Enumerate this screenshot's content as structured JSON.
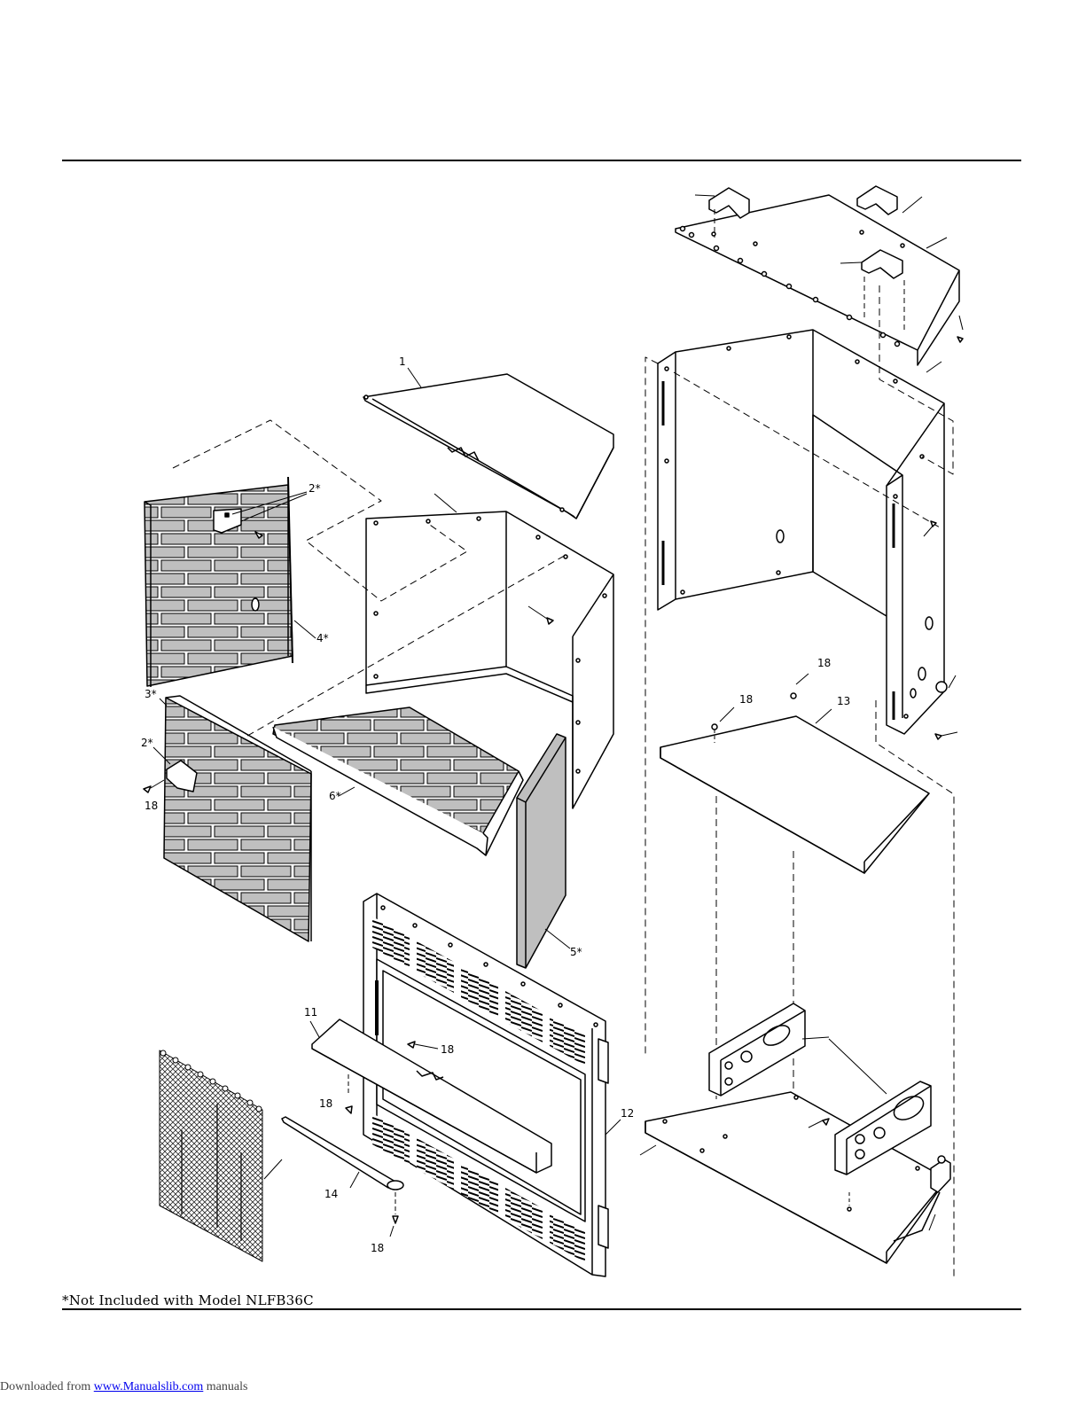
{
  "callouts": [
    {
      "id": "c1",
      "text": "1"
    },
    {
      "id": "c2a",
      "text": "2*"
    },
    {
      "id": "c2b",
      "text": "2*"
    },
    {
      "id": "c3",
      "text": "3*"
    },
    {
      "id": "c4",
      "text": "4*"
    },
    {
      "id": "c5",
      "text": "5*"
    },
    {
      "id": "c6",
      "text": "6*"
    },
    {
      "id": "c11",
      "text": "11"
    },
    {
      "id": "c12",
      "text": "12"
    },
    {
      "id": "c13",
      "text": "13"
    },
    {
      "id": "c14",
      "text": "14"
    },
    {
      "id": "c18a",
      "text": "18"
    },
    {
      "id": "c18b",
      "text": "18"
    },
    {
      "id": "c18c",
      "text": "18"
    },
    {
      "id": "c18d",
      "text": "18"
    },
    {
      "id": "c18e",
      "text": "18"
    },
    {
      "id": "c18f",
      "text": "18"
    }
  ],
  "footnote": "*Not Included with Model NLFB36C",
  "download": {
    "prefix": "Downloaded from",
    "link": "www.Manualslib.com",
    "suffix": "manuals"
  }
}
